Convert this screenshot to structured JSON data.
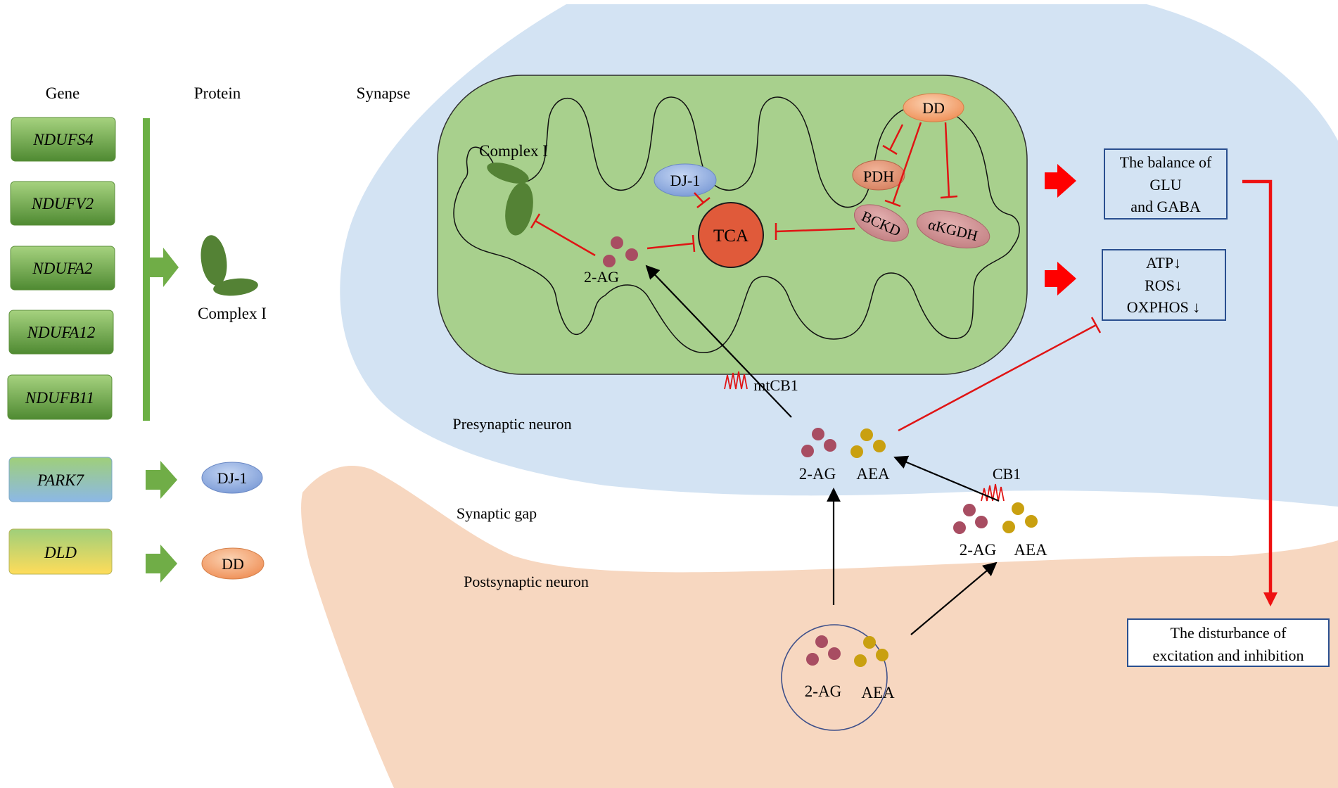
{
  "headers": {
    "gene": "Gene",
    "protein": "Protein",
    "synapse": "Synapse"
  },
  "genes": {
    "complex_group": [
      "NDUFS4",
      "NDUFV2",
      "NDUFA2",
      "NDUFA12",
      "NDUFB11"
    ],
    "park7": "PARK7",
    "dld": "DLD"
  },
  "proteins": {
    "complex_i": "Complex I",
    "dj1": "DJ-1",
    "dd": "DD"
  },
  "mitochondrion": {
    "complex_i": "Complex I",
    "dj1": "DJ-1",
    "tca": "TCA",
    "dd": "DD",
    "pdh": "PDH",
    "bckd": "BCKD",
    "akgdh": "αKGDH",
    "two_ag": "2-AG",
    "mtcb1": "mtCB1"
  },
  "regions": {
    "presynaptic": "Presynaptic neuron",
    "synaptic_gap": "Synaptic gap",
    "postsynaptic": "Postsynaptic neuron"
  },
  "ligands": {
    "pre_2ag": "2-AG",
    "pre_aea": "AEA",
    "gap_2ag": "2-AG",
    "gap_aea": "AEA",
    "cb1": "CB1",
    "vesicle_2ag": "2-AG",
    "vesicle_aea": "AEA"
  },
  "outcomes": {
    "balance": [
      "The balance of",
      "GLU",
      "and GABA"
    ],
    "energy": [
      "ATP↓",
      "ROS↓",
      "OXPHOS ↓"
    ],
    "disturbance": [
      "The disturbance of",
      "excitation and inhibition"
    ]
  },
  "colors": {
    "presynaptic_fill": "#d3e3f3",
    "postsynaptic_fill": "#f7d7c0",
    "mito_fill": "#a8d08d",
    "complex_green": "#548235",
    "tca_fill": "#e05a3a",
    "inhibit_red": "#e01414",
    "ag_dot": "#a84d62",
    "aea_dot": "#c9a010",
    "box_border": "#2a4f8f"
  }
}
